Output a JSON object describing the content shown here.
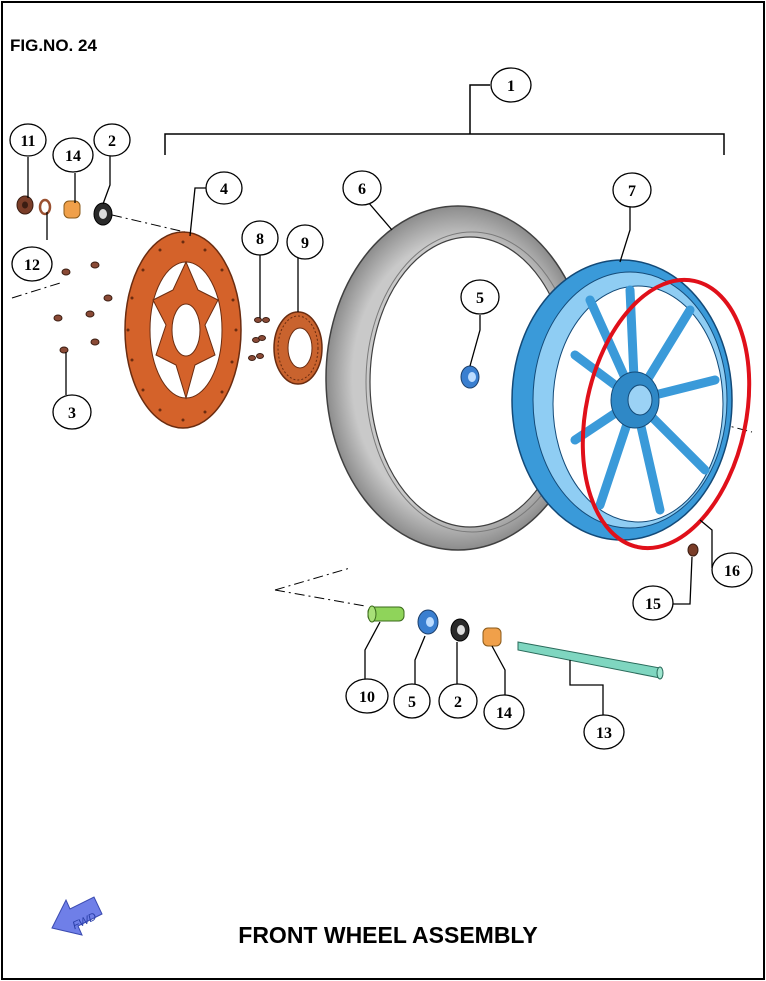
{
  "figure": {
    "number_label": "FIG.NO. 24",
    "title": "FRONT WHEEL ASSEMBLY"
  },
  "direction_indicator": {
    "label": "FWD",
    "color": "#6f7fe8"
  },
  "colors": {
    "brake_disc": "#d4622a",
    "tire": "#a5a5a5",
    "rim": "#3a9ad9",
    "bearing": "#3a7fd0",
    "collar_orange": "#f0a04a",
    "collar_green": "#8fd45a",
    "axle": "#7fd6c0",
    "highlight": "#e0101a"
  },
  "callouts": [
    {
      "id": "1",
      "label": "1"
    },
    {
      "id": "2a",
      "label": "2"
    },
    {
      "id": "2b",
      "label": "2"
    },
    {
      "id": "3",
      "label": "3"
    },
    {
      "id": "4",
      "label": "4"
    },
    {
      "id": "5a",
      "label": "5"
    },
    {
      "id": "5b",
      "label": "5"
    },
    {
      "id": "6",
      "label": "6"
    },
    {
      "id": "7",
      "label": "7"
    },
    {
      "id": "8",
      "label": "8"
    },
    {
      "id": "9",
      "label": "9"
    },
    {
      "id": "10",
      "label": "10"
    },
    {
      "id": "11",
      "label": "11"
    },
    {
      "id": "12",
      "label": "12"
    },
    {
      "id": "13",
      "label": "13"
    },
    {
      "id": "14a",
      "label": "14"
    },
    {
      "id": "14b",
      "label": "14"
    },
    {
      "id": "15",
      "label": "15"
    },
    {
      "id": "16",
      "label": "16"
    }
  ]
}
